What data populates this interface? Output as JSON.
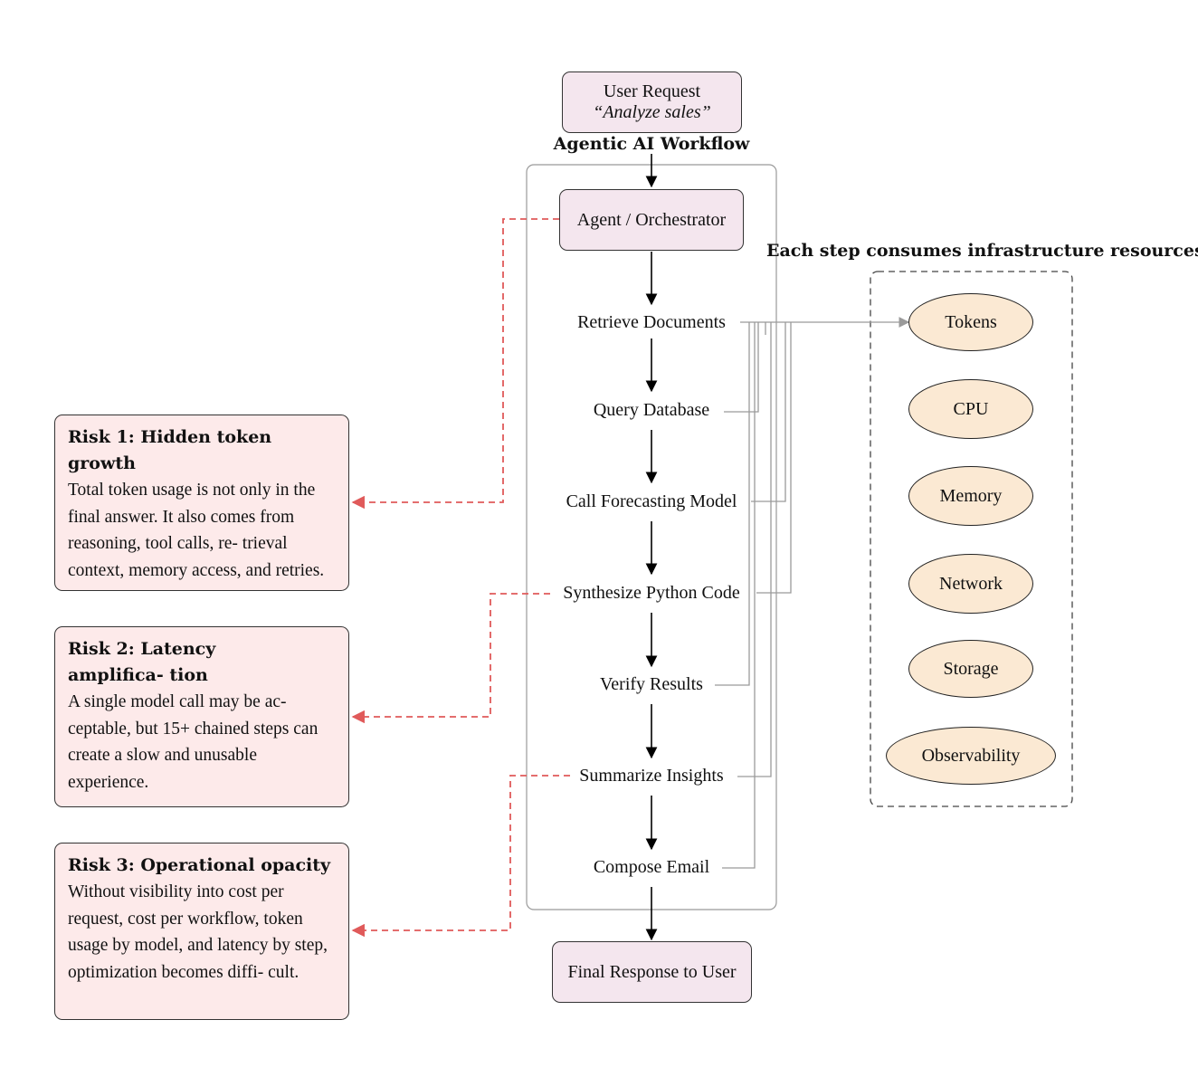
{
  "workflow_title": "Agentic AI Workflow",
  "user_request": {
    "line1": "User Request",
    "line2": "“Analyze sales”"
  },
  "orchestrator": "Agent / Orchestrator",
  "steps": [
    "Retrieve Documents",
    "Query Database",
    "Call Forecasting Model",
    "Synthesize Python Code",
    "Verify Results",
    "Summarize Insights",
    "Compose Email"
  ],
  "final_response": "Final Response to User",
  "resources_title": "Each step consumes infrastructure resources",
  "resources": [
    "Tokens",
    "CPU",
    "Memory",
    "Network",
    "Storage",
    "Observability"
  ],
  "risks": [
    {
      "title": "Risk 1: Hidden token growth",
      "body": "Total token usage is not only in the final answer. It also comes from reasoning, tool calls, re- trieval context, memory access, and retries."
    },
    {
      "title": "Risk 2: Latency amplifica- tion",
      "body": "A single model call may be ac- ceptable, but 15+ chained steps can create a slow and unusable experience."
    },
    {
      "title": "Risk 3: Operational opacity",
      "body": "Without visibility into cost per request, cost per workflow, token usage by model, and latency by step, optimization becomes diffi- cult."
    }
  ],
  "colors": {
    "node_fill": "#f4e6ee",
    "risk_fill": "#fdeaea",
    "resource_fill": "#fbe9d3",
    "risk_link": "#e05a5a",
    "resource_link": "#9a9a9a"
  }
}
